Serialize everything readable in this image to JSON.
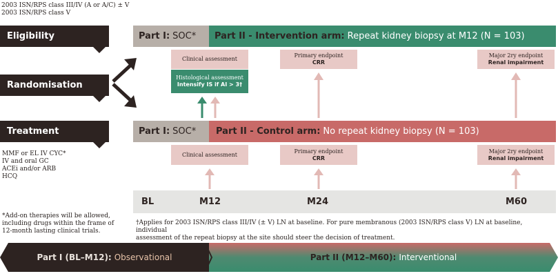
{
  "header": {
    "line1": "2003 ISN/RPS class III/IV (A or A/C) ± V",
    "line2": "2003 ISN/RPS class V"
  },
  "left_labels": {
    "eligibility": "Eligibility",
    "randomisation": "Randomisation",
    "treatment": "Treatment"
  },
  "treatment_list": [
    "MMF or EL IV CYC*",
    "IV and oral GC",
    "ACEi and/or ARB",
    "HCQ"
  ],
  "addon_note": [
    "*Add-on therapies will be allowed,",
    "including drugs within the frame of",
    "12-month lasting clinical trials."
  ],
  "intervention": {
    "part1_bold": "Part I:",
    "part1_text": "SOC*",
    "part2_bold": "Part II - Intervention arm:",
    "part2_text": "Repeat kidney biopsy at M12 (N = 103)",
    "clinical": "Clinical assessment",
    "histo_line1": "Histological assessment",
    "histo_line2": "Intensify IS if AI > 3†",
    "primary_line1": "Primary endpoint",
    "primary_line2": "CRR",
    "major_line1": "Major 2ry endpoint",
    "major_line2": "Renal impairment"
  },
  "control": {
    "part1_bold": "Part I:",
    "part1_text": "SOC*",
    "part2_bold": "Part II - Control arm:",
    "part2_text": "No repeat kidney biopsy (N = 103)",
    "clinical": "Clinical assessment",
    "primary_line1": "Primary endpoint",
    "primary_line2": "CRR",
    "major_line1": "Major 2ry endpoint",
    "major_line2": "Renal impairment"
  },
  "timeline": [
    "BL",
    "M12",
    "M24",
    "M60"
  ],
  "dagger_note": [
    "†Applies for 2003 ISN/RPS class III/IV (± V) LN at baseline. For pure membranous (2003 ISN/RPS class V) LN at baseline, individual",
    "assessment of the repeat biopsy at the site should steer the decision of treatment."
  ],
  "footer": {
    "part1_bold": "Part I (BL–M12):",
    "part1_text": "Observational",
    "part2_bold": "Part II (M12–M60):",
    "part2_text": "Interventional"
  },
  "colors": {
    "dark": "#2d2321",
    "green": "#3a8c6e",
    "red": "#c86a68",
    "pink": "#e8c9c6",
    "grey": "#b7afa8"
  }
}
